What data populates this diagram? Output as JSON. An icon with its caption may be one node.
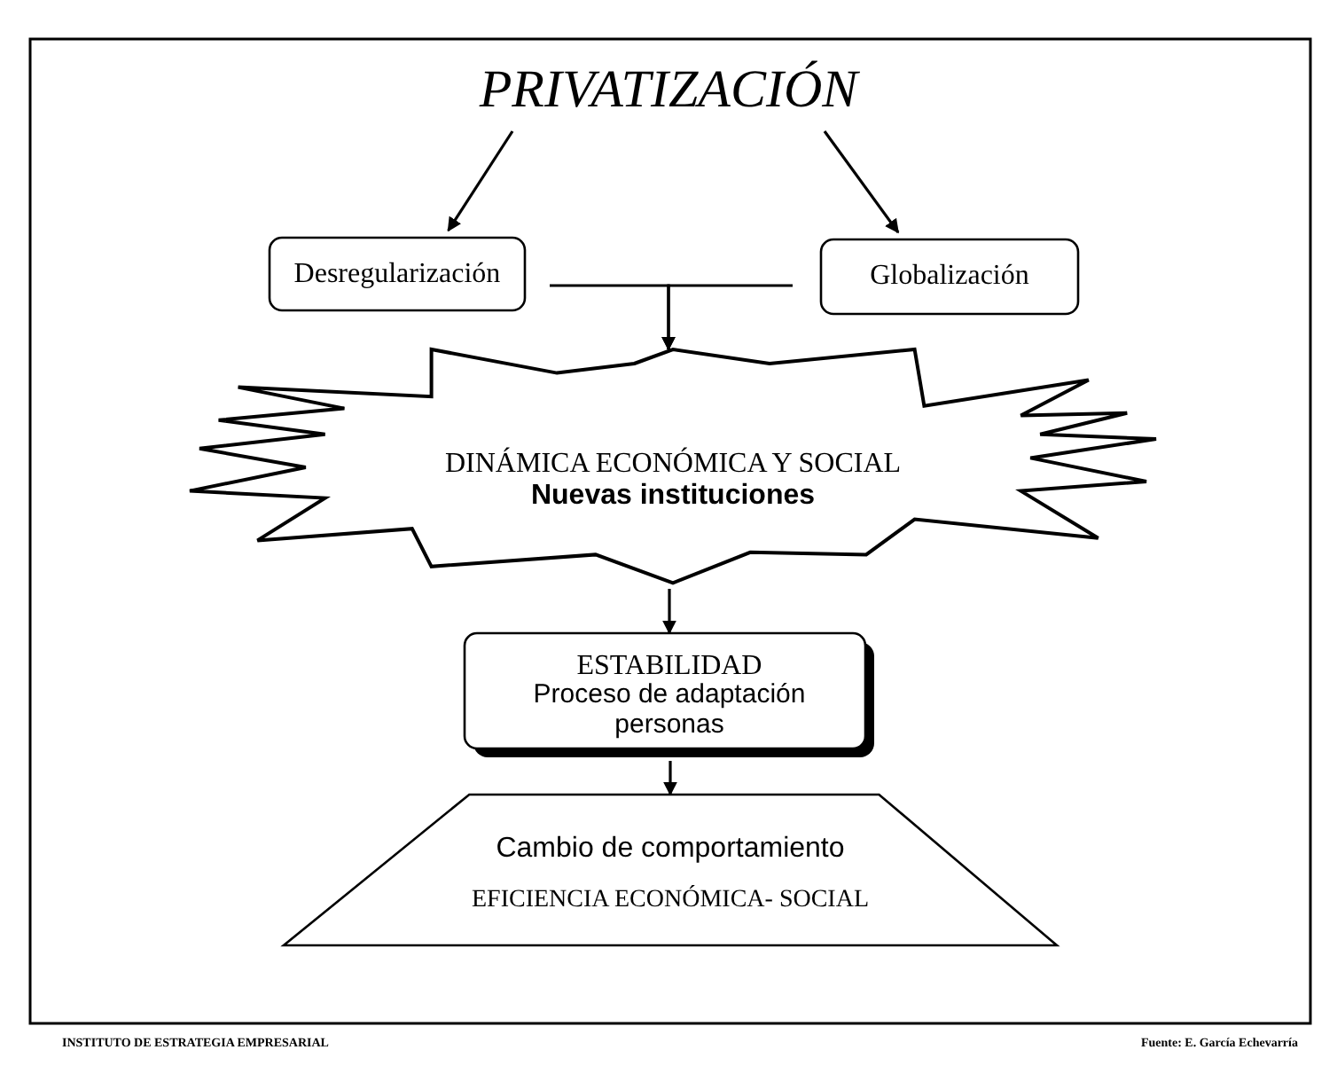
{
  "diagram": {
    "nodes": [
      {
        "text": [
          "PRIVATIZACIÓN"
        ]
      },
      {
        "text": [
          "Desregularización"
        ]
      },
      {
        "text": [
          "Globalización"
        ]
      },
      {
        "text": [
          "DINÁMICA ECONÓMICA Y SOCIAL",
          "Nuevas instituciones"
        ]
      },
      {
        "text": [
          "ESTABILIDAD",
          "Proceso de adaptación personas"
        ]
      },
      {
        "text": [
          "Cambio de comportamiento",
          "EFICIENCIA ECONÓMICA- SOCIAL"
        ]
      }
    ],
    "edges": [
      {
        "from": 0,
        "to": 1,
        "arrow": "to"
      },
      {
        "from": 0,
        "to": 2,
        "arrow": "to"
      },
      {
        "from": 1,
        "to": 3,
        "arrow": "to"
      },
      {
        "from": 2,
        "to": 3,
        "arrow": "to"
      },
      {
        "from": 3,
        "to": 4,
        "arrow": "to"
      },
      {
        "from": 4,
        "to": 5,
        "arrow": "to"
      }
    ],
    "labels": [
      "INSTITUTO DE ESTRATEGIA EMPRESARIAL",
      "Fuente: E. García Echevarría"
    ]
  }
}
